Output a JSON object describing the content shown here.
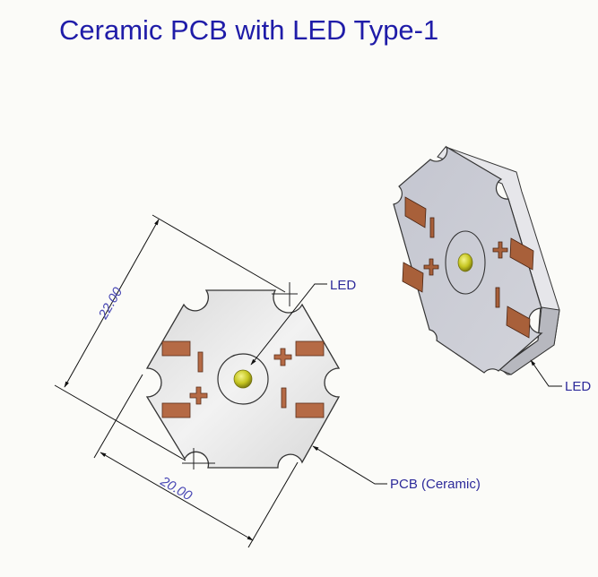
{
  "title": "Ceramic PCB with LED Type-1",
  "front_view": {
    "dimension_height": "22.00",
    "dimension_width": "20.00",
    "callouts": {
      "led": "LED",
      "pcb": "PCB (Ceramic)"
    },
    "pad_marks": {
      "plus": "+",
      "minus": "-"
    }
  },
  "iso_view": {
    "callouts": {
      "led": "LED"
    }
  },
  "colors": {
    "title": "#1f1ca8",
    "label": "#2d2a9a",
    "pad": "#b56a45",
    "led": "#c8c81e",
    "board": "#e3e3e3",
    "board_iso": "#c9cad3"
  }
}
